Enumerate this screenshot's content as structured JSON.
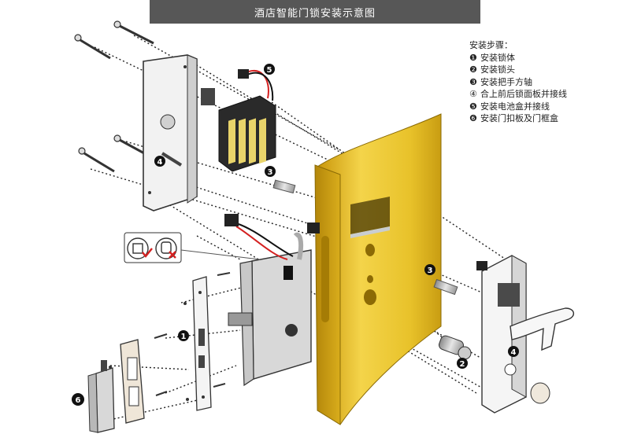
{
  "title": "酒店智能门锁安装示意图",
  "steps": {
    "heading": "安装步骤：",
    "items": [
      {
        "num": "❶",
        "text": "安装锁体"
      },
      {
        "num": "❷",
        "text": "安装锁头"
      },
      {
        "num": "❸",
        "text": "安装把手方轴"
      },
      {
        "num": "④",
        "text": "合上前后锁面板并接线"
      },
      {
        "num": "❺",
        "text": "安装电池盒并接线"
      },
      {
        "num": "❻",
        "text": "安装门扣板及门框盒"
      }
    ]
  },
  "callouts": [
    "1",
    "2",
    "3",
    "3",
    "4",
    "4",
    "5",
    "6"
  ],
  "colors": {
    "door_gold": "#e2b91c",
    "door_dark": "#b48a0c",
    "title_bg": "#575757",
    "wire_red": "#d42020",
    "cross": "#d42020",
    "check": "#d42020"
  },
  "icons": {
    "check": "check-icon",
    "cross": "cross-icon"
  }
}
